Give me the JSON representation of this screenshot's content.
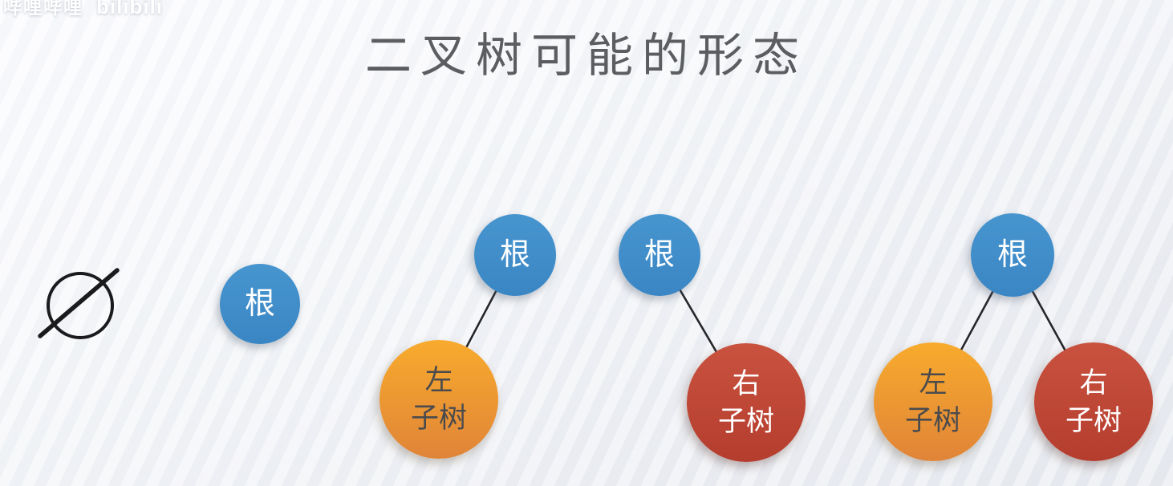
{
  "slide": {
    "title": "二叉树可能的形态"
  },
  "watermark": {
    "cn_text": "哔哩哔哩",
    "logo_text": "bilibili"
  },
  "colors": {
    "root_node_fill": "#3e8cc9",
    "left_subtree_fill_top": "#f8ab2d",
    "left_subtree_fill_bottom": "#e08438",
    "right_subtree_fill": "#c14a3a",
    "edge_color": "#26262a",
    "title_color": "#5b5d61",
    "node_text_on_blue": "#ffffff",
    "node_text_on_orange": "#4b4b4d",
    "node_text_on_red": "#ffffff",
    "empty_set_symbol_color": "#1b1b1d"
  },
  "trees": {
    "empty": {
      "symbol": "empty-set"
    },
    "root_only": {
      "root": "根"
    },
    "root_left": {
      "root": "根",
      "left": [
        "左",
        "子树"
      ]
    },
    "root_right": {
      "root": "根",
      "right": [
        "右",
        "子树"
      ]
    },
    "root_both": {
      "root": "根",
      "left": [
        "左",
        "子树"
      ],
      "right": [
        "右",
        "子树"
      ]
    }
  }
}
